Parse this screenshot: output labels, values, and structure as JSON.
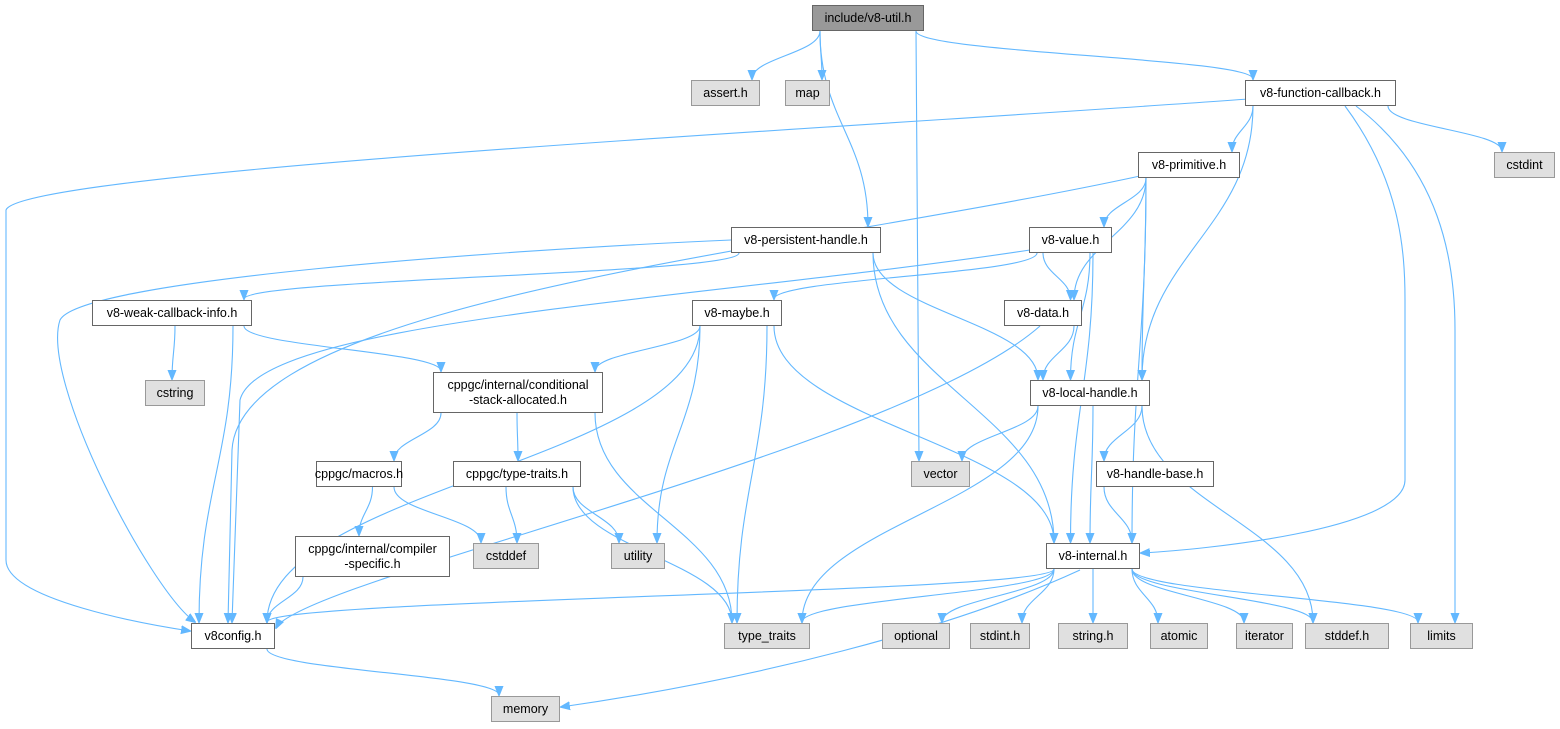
{
  "graph_title": "include/v8-util.h",
  "colors": {
    "edge": "#63b8ff",
    "root_fill": "#999999",
    "external_fill": "#e0e0e0",
    "node_fill": "#ffffff"
  },
  "nodes": {
    "util": {
      "label": "include/v8-util.h",
      "kind": "root"
    },
    "assert": {
      "label": "assert.h",
      "kind": "ext"
    },
    "map": {
      "label": "map",
      "kind": "ext"
    },
    "fcb": {
      "label": "v8-function-callback.h",
      "kind": "node"
    },
    "cstdint": {
      "label": "cstdint",
      "kind": "ext"
    },
    "prim": {
      "label": "v8-primitive.h",
      "kind": "node"
    },
    "pers": {
      "label": "v8-persistent-handle.h",
      "kind": "node"
    },
    "value": {
      "label": "v8-value.h",
      "kind": "node"
    },
    "weak": {
      "label": "v8-weak-callback-info.h",
      "kind": "node"
    },
    "maybe": {
      "label": "v8-maybe.h",
      "kind": "node"
    },
    "data": {
      "label": "v8-data.h",
      "kind": "node"
    },
    "cstring": {
      "label": "cstring",
      "kind": "ext"
    },
    "cond": {
      "label": "cppgc/internal/conditional\n-stack-allocated.h",
      "kind": "node"
    },
    "local": {
      "label": "v8-local-handle.h",
      "kind": "node"
    },
    "macros": {
      "label": "cppgc/macros.h",
      "kind": "node"
    },
    "ctt": {
      "label": "cppgc/type-traits.h",
      "kind": "node"
    },
    "vector": {
      "label": "vector",
      "kind": "ext"
    },
    "hbase": {
      "label": "v8-handle-base.h",
      "kind": "node"
    },
    "comp": {
      "label": "cppgc/internal/compiler\n-specific.h",
      "kind": "node"
    },
    "cstddef": {
      "label": "cstddef",
      "kind": "ext"
    },
    "utility": {
      "label": "utility",
      "kind": "ext"
    },
    "internal": {
      "label": "v8-internal.h",
      "kind": "node"
    },
    "config": {
      "label": "v8config.h",
      "kind": "node"
    },
    "tt": {
      "label": "type_traits",
      "kind": "ext"
    },
    "optional": {
      "label": "optional",
      "kind": "ext"
    },
    "stdint": {
      "label": "stdint.h",
      "kind": "ext"
    },
    "string": {
      "label": "string.h",
      "kind": "ext"
    },
    "atomic": {
      "label": "atomic",
      "kind": "ext"
    },
    "iterator": {
      "label": "iterator",
      "kind": "ext"
    },
    "stddef": {
      "label": "stddef.h",
      "kind": "ext"
    },
    "limits": {
      "label": "limits",
      "kind": "ext"
    },
    "memory": {
      "label": "memory",
      "kind": "ext"
    }
  },
  "edges": [
    [
      "util",
      "assert"
    ],
    [
      "util",
      "map"
    ],
    [
      "util",
      "fcb"
    ],
    [
      "util",
      "pers"
    ],
    [
      "util",
      "vector"
    ],
    [
      "fcb",
      "config"
    ],
    [
      "fcb",
      "prim"
    ],
    [
      "fcb",
      "cstdint"
    ],
    [
      "fcb",
      "local"
    ],
    [
      "fcb",
      "internal"
    ],
    [
      "fcb",
      "limits"
    ],
    [
      "prim",
      "config"
    ],
    [
      "prim",
      "value"
    ],
    [
      "prim",
      "data"
    ],
    [
      "prim",
      "local"
    ],
    [
      "prim",
      "internal"
    ],
    [
      "pers",
      "config"
    ],
    [
      "pers",
      "weak"
    ],
    [
      "pers",
      "local"
    ],
    [
      "pers",
      "internal"
    ],
    [
      "value",
      "maybe"
    ],
    [
      "value",
      "config"
    ],
    [
      "value",
      "data"
    ],
    [
      "value",
      "local"
    ],
    [
      "value",
      "internal"
    ],
    [
      "weak",
      "cstring"
    ],
    [
      "weak",
      "cond"
    ],
    [
      "weak",
      "config"
    ],
    [
      "maybe",
      "cond"
    ],
    [
      "maybe",
      "config"
    ],
    [
      "maybe",
      "utility"
    ],
    [
      "maybe",
      "tt"
    ],
    [
      "maybe",
      "internal"
    ],
    [
      "data",
      "local"
    ],
    [
      "data",
      "config"
    ],
    [
      "cond",
      "macros"
    ],
    [
      "cond",
      "ctt"
    ],
    [
      "cond",
      "tt"
    ],
    [
      "local",
      "vector"
    ],
    [
      "local",
      "hbase"
    ],
    [
      "local",
      "internal"
    ],
    [
      "local",
      "tt"
    ],
    [
      "local",
      "stddef"
    ],
    [
      "macros",
      "comp"
    ],
    [
      "macros",
      "cstddef"
    ],
    [
      "ctt",
      "cstddef"
    ],
    [
      "ctt",
      "utility"
    ],
    [
      "ctt",
      "tt"
    ],
    [
      "hbase",
      "internal"
    ],
    [
      "comp",
      "config"
    ],
    [
      "internal",
      "config"
    ],
    [
      "internal",
      "tt"
    ],
    [
      "internal",
      "optional"
    ],
    [
      "internal",
      "stdint"
    ],
    [
      "internal",
      "string"
    ],
    [
      "internal",
      "atomic"
    ],
    [
      "internal",
      "iterator"
    ],
    [
      "internal",
      "stddef"
    ],
    [
      "internal",
      "limits"
    ],
    [
      "internal",
      "memory"
    ],
    [
      "config",
      "memory"
    ]
  ]
}
